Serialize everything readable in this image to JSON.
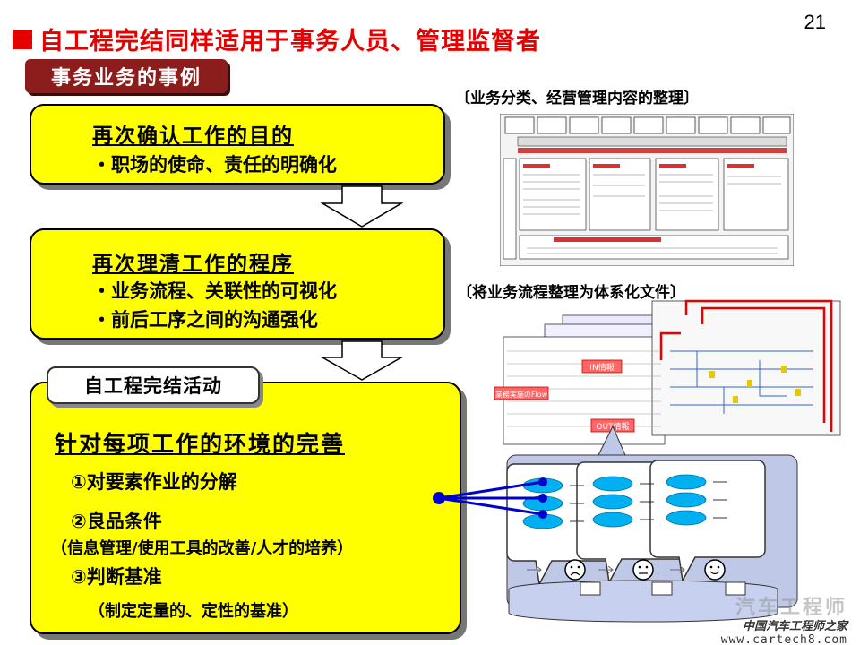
{
  "page_number": "21",
  "title": "自工程完结同样适用于事务人员、管理监督者",
  "section_tag": "事务业务的事例",
  "box1": {
    "heading": "再次确认工作的目的",
    "lines": [
      "・职场的使命、责任的明确化"
    ]
  },
  "box2": {
    "heading": "再次理清工作的程序",
    "lines": [
      "・业务流程、关联性的可视化",
      "・前后工序之间的沟通强化"
    ]
  },
  "activity": {
    "label": "自工程完结活动",
    "heading": "针对每项工作的环境的完善",
    "items": [
      "①对要素作业的分解",
      "②良品条件",
      "（信息管理/使用工具的改善/人才的培养）",
      "③判断基准",
      "（制定定量的、定性的基准）"
    ]
  },
  "figure_captions": {
    "top": "〔业务分类、经营管理内容的整理〕",
    "bottom": "〔将业务流程整理为体系化文件〕"
  },
  "figure_labels": {
    "in_info": "IN情報",
    "out_info": "OUT情報",
    "side_tag": "業務実施のFlow"
  },
  "watermark": {
    "faded": "汽车工程师",
    "brand": "中国汽车工程师之家",
    "url": "www.cartech8.com"
  },
  "colors": {
    "title_red": "#e60000",
    "box_yellow": "#ffff00",
    "tag_maroon": "#8c1d1d",
    "connector_blue": "#0000cc",
    "bubble_cyan": "#00b0f0"
  }
}
